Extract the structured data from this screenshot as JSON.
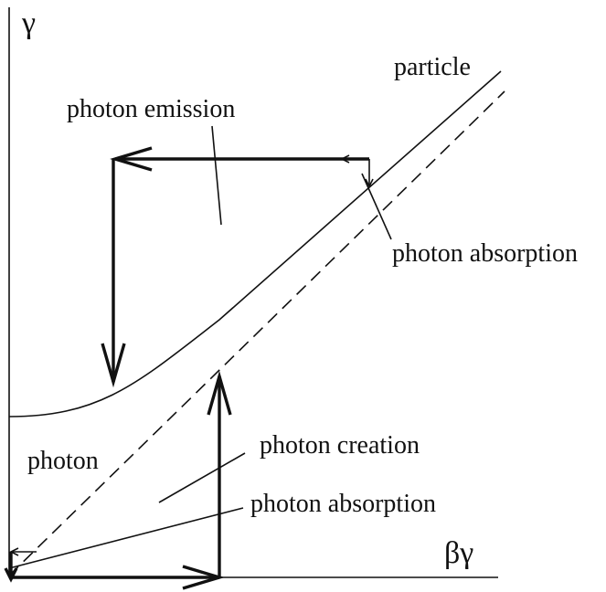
{
  "axes": {
    "y_label": "γ",
    "x_label": "βγ"
  },
  "labels": {
    "particle": "particle",
    "photon": "photon",
    "photon_emission": "photon emission",
    "photon_absorption_upper": "photon absorption",
    "photon_creation": "photon creation",
    "photon_absorption_lower": "photon absorption"
  },
  "colors": {
    "ink": "#111111",
    "background": "#ffffff"
  }
}
